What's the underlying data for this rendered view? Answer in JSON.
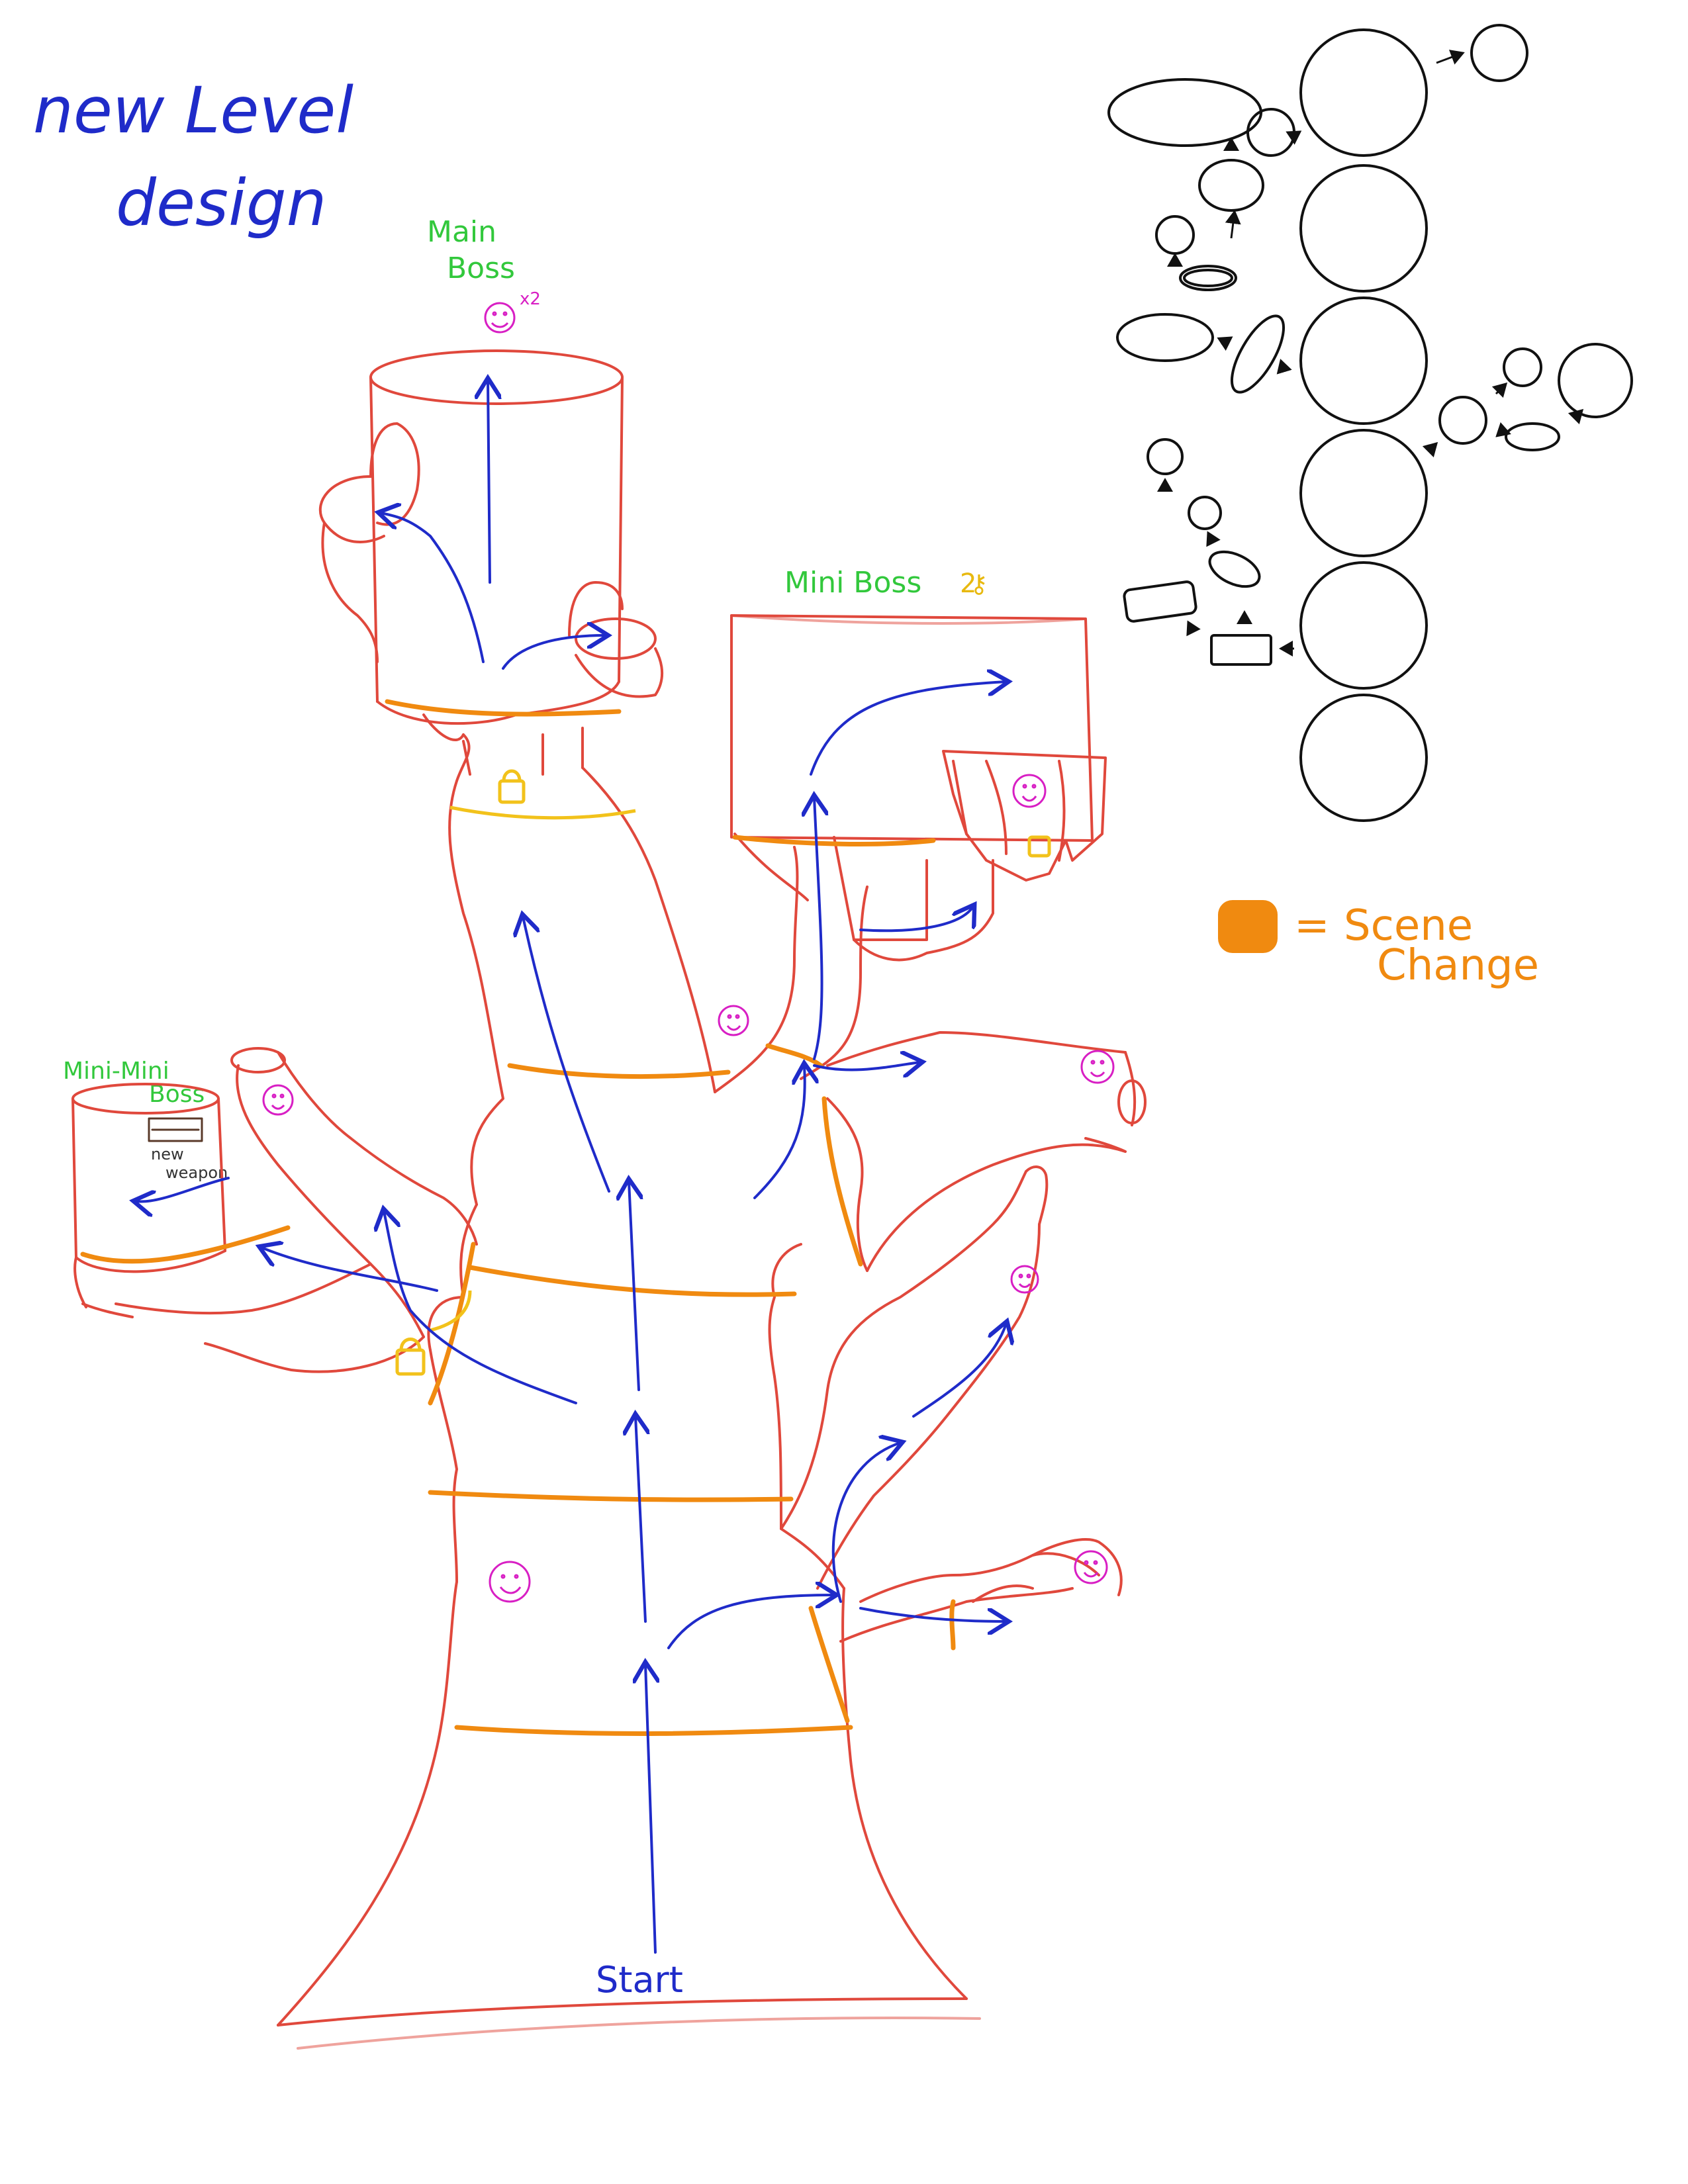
{
  "title_line1": "new Level",
  "title_line2": "design",
  "labels": {
    "main_boss_line1": "Main",
    "main_boss_line2": "Boss",
    "main_boss_multiplier": "x2",
    "mini_boss": "Mini Boss",
    "mini_boss_multiplier": "2",
    "mini_mini_line1": "Mini-Mini",
    "mini_mini_line2": "Boss",
    "new_weapon_line1": "new",
    "new_weapon_line2": "weapon",
    "start": "Start"
  },
  "legend": {
    "equals": "=",
    "line1": "Scene",
    "line2": "Change"
  },
  "colors": {
    "tree_outline": "#e0483c",
    "scene_change": "#f08a10",
    "path_arrow": "#1f2bc9",
    "enemy": "#d81fc4",
    "lock": "#f2c21b",
    "boss_text": "#32c83c",
    "map_outline": "#111111"
  }
}
